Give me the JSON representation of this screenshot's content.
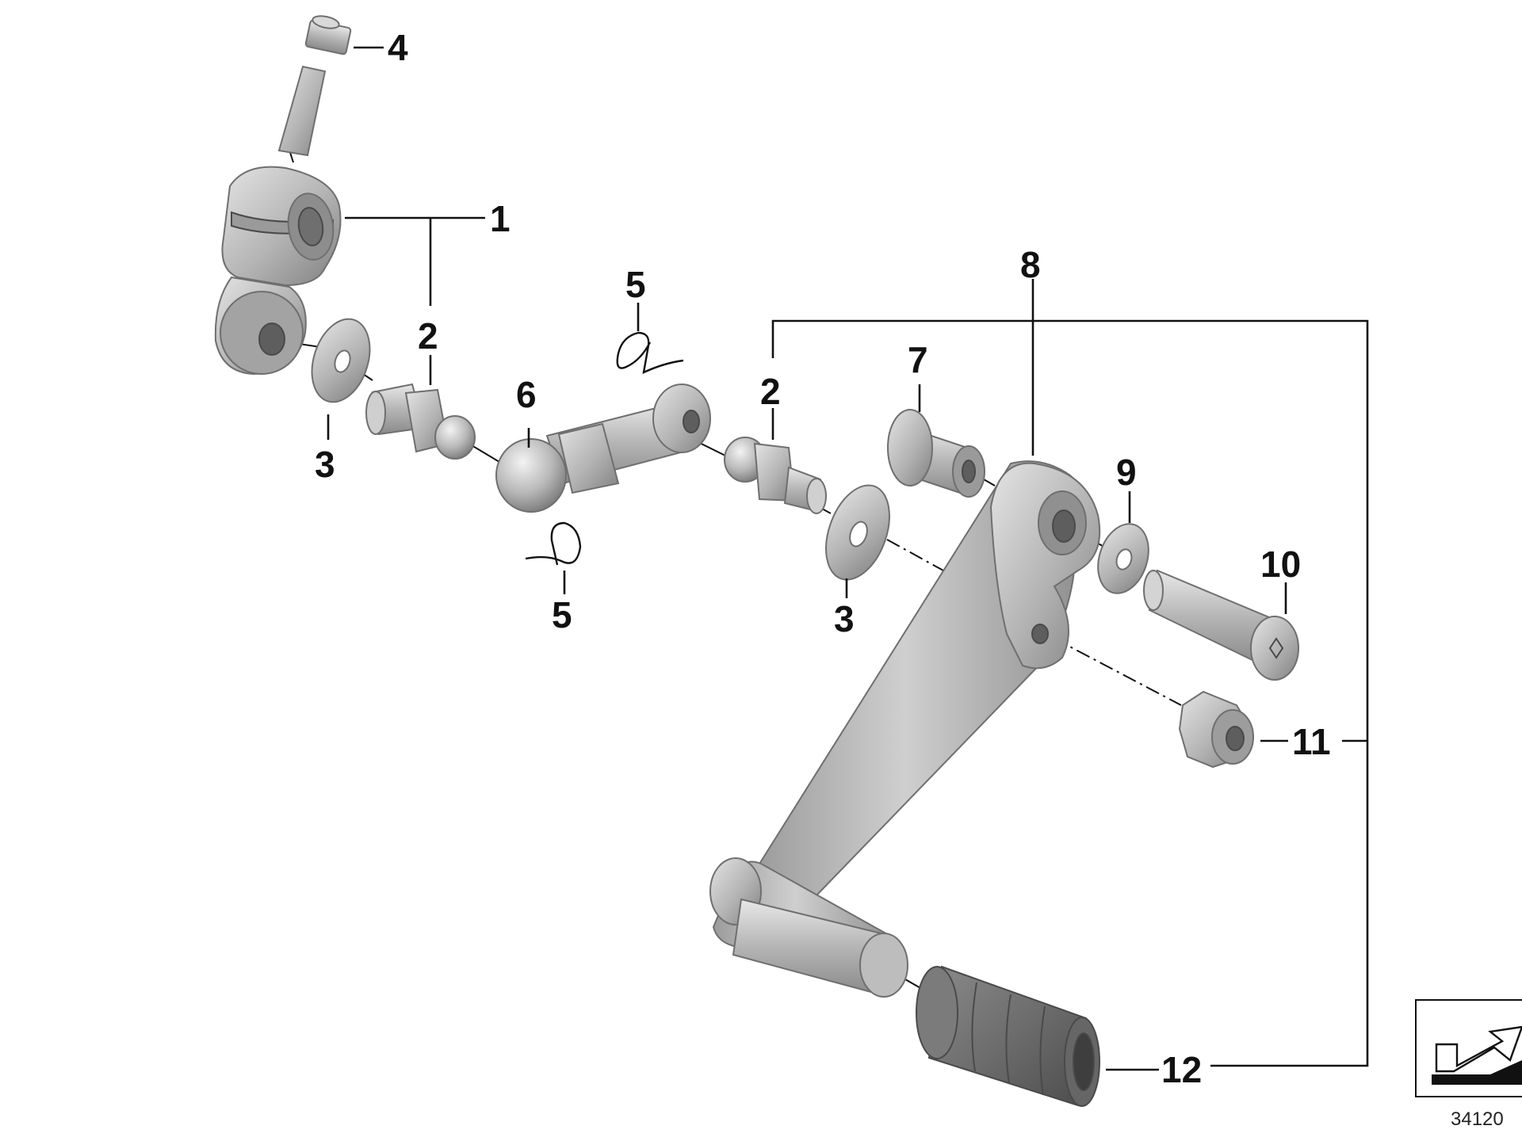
{
  "diagram": {
    "callouts": [
      "1",
      "2",
      "3",
      "4",
      "5",
      "6",
      "7",
      "8",
      "9",
      "10",
      "11",
      "12"
    ],
    "reference_code": "34120"
  },
  "colors": {
    "metal_light": "#d6d6d6",
    "metal_mid": "#a9a9a9",
    "metal_dark": "#7d7d7d",
    "rubber": "#6a6a6a",
    "line": "#111111"
  }
}
